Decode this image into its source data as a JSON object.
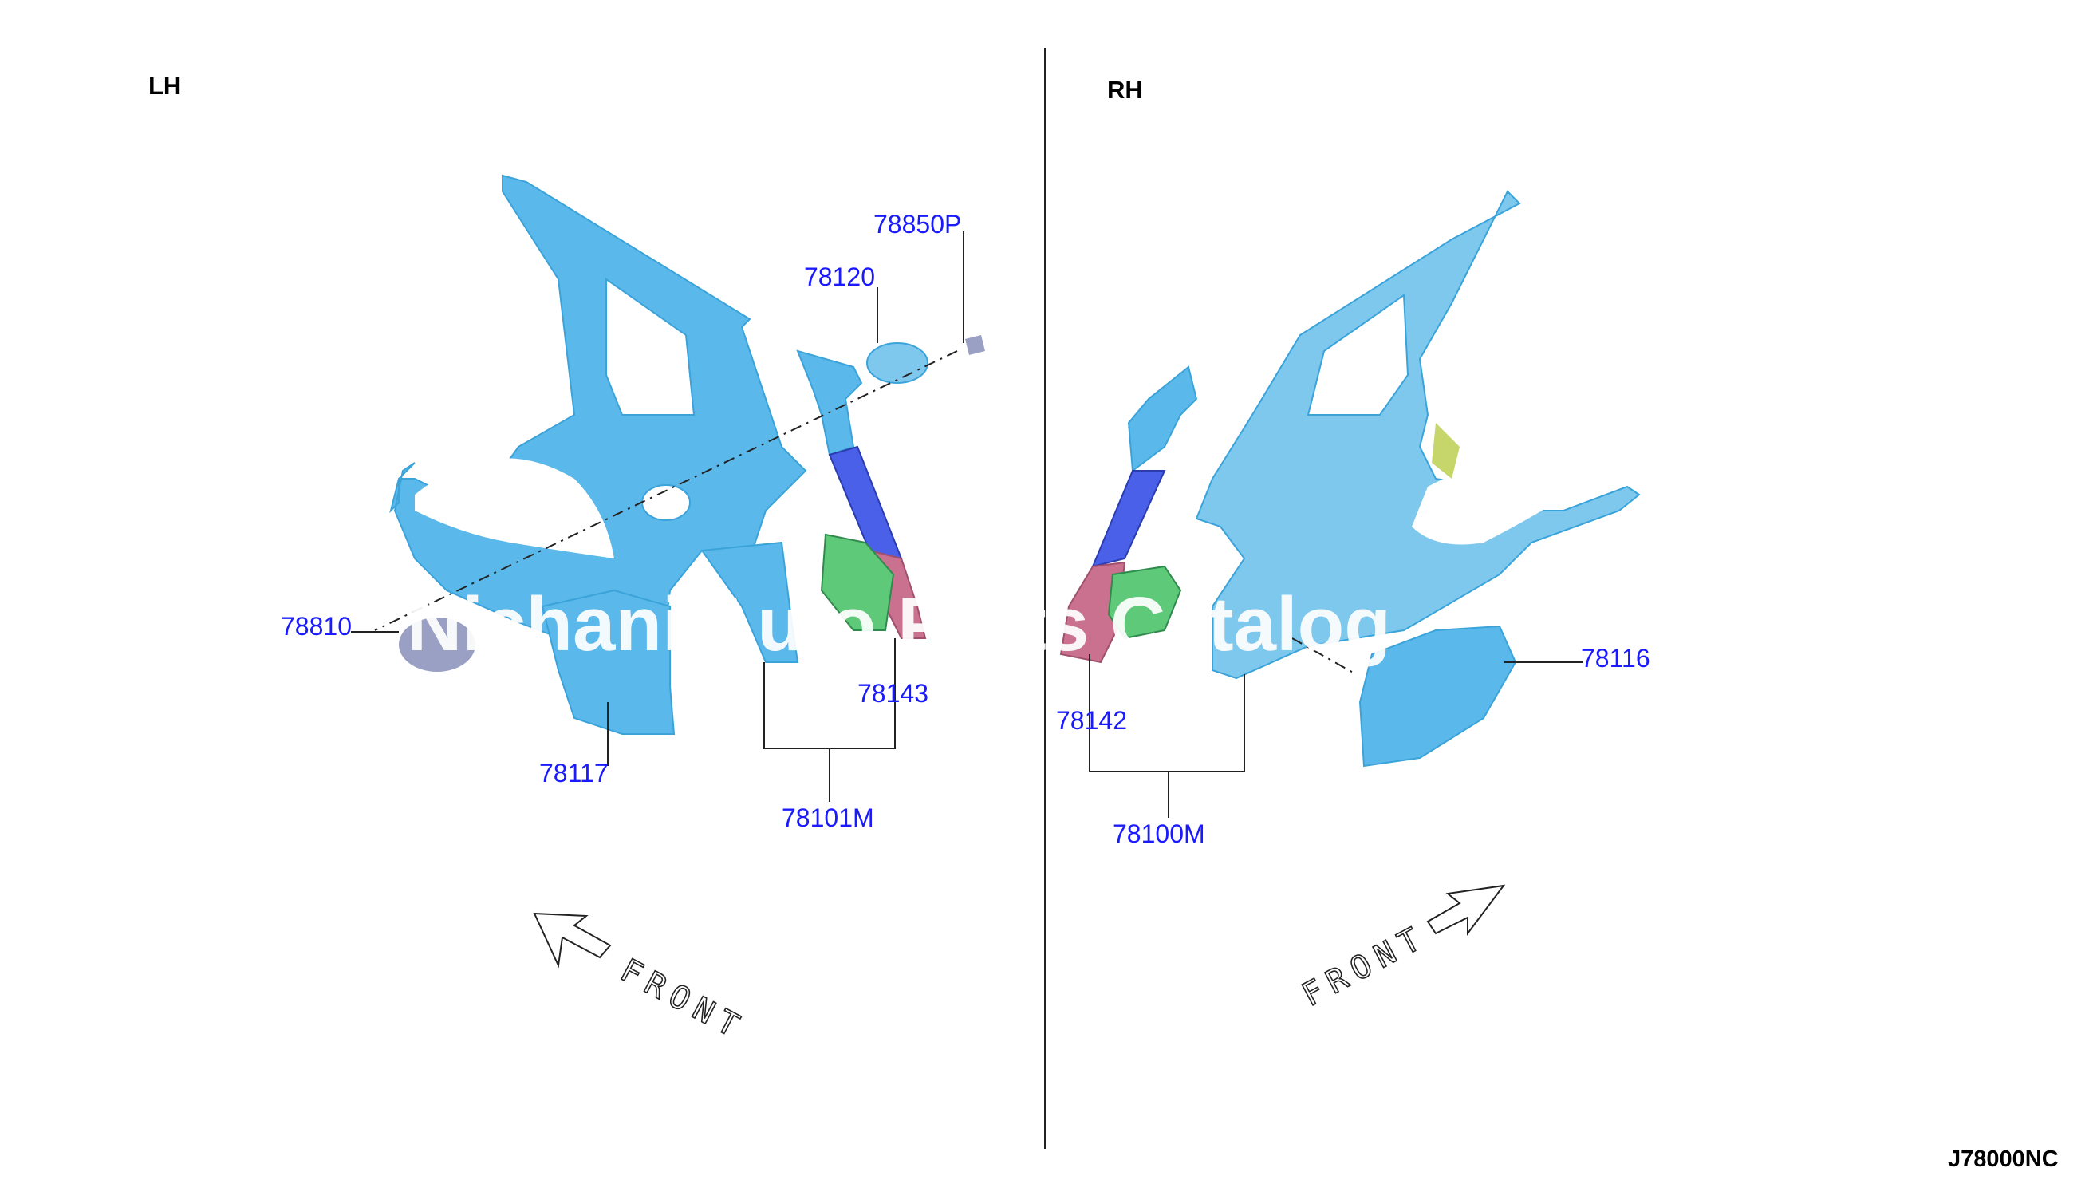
{
  "sides": {
    "left": "LH",
    "right": "RH"
  },
  "diagram_code": "J78000NC",
  "front_label": "FRONT",
  "watermark": "Nichani Auto Parts Catalog",
  "parts": {
    "p78850P": "78850P",
    "p78120": "78120",
    "p78810": "78810",
    "p78143": "78143",
    "p78117": "78117",
    "p78101M": "78101M",
    "p78116": "78116",
    "p78142": "78142",
    "p78100M": "78100M"
  },
  "colors": {
    "panel": "#5bb8ea",
    "panel_light": "#7ec8ee",
    "pillar": "#4a60e8",
    "bracket": "#5fc97a",
    "lower": "#c9718f",
    "lid": "#9a9fc4",
    "highlight": "#c6d66b"
  }
}
